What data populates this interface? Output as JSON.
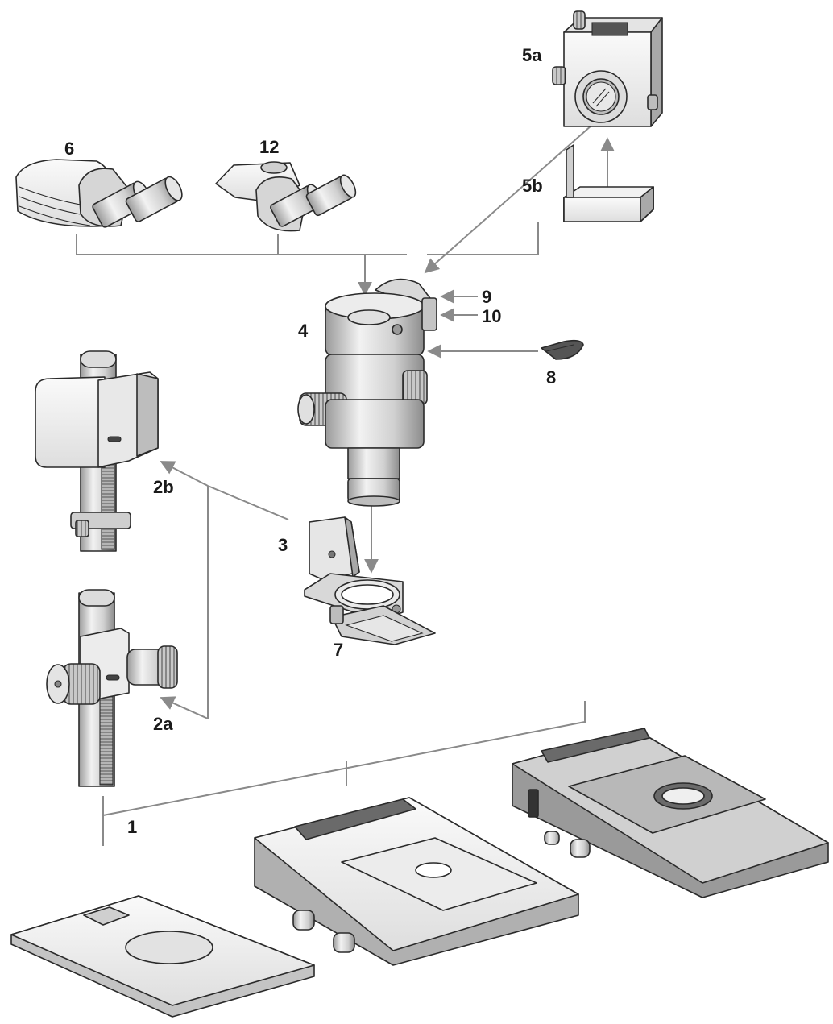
{
  "labels": {
    "base_1": "1",
    "column_2a": "2a",
    "column_2b": "2b",
    "carrier_3": "3",
    "optics_4": "4",
    "camera_5a": "5a",
    "adapter_5b": "5b",
    "tube_6": "6",
    "ring_7": "7",
    "filter_8": "8",
    "port_9": "9",
    "port_10": "10",
    "tube_12": "12"
  },
  "colors": {
    "line": "#8a8a8a",
    "ink": "#2a2a2a",
    "part_light": "#eeeeee",
    "part_mid": "#d4d4d4",
    "part_dark": "#9e9e9e",
    "part_shadow": "#6e6e6e"
  }
}
